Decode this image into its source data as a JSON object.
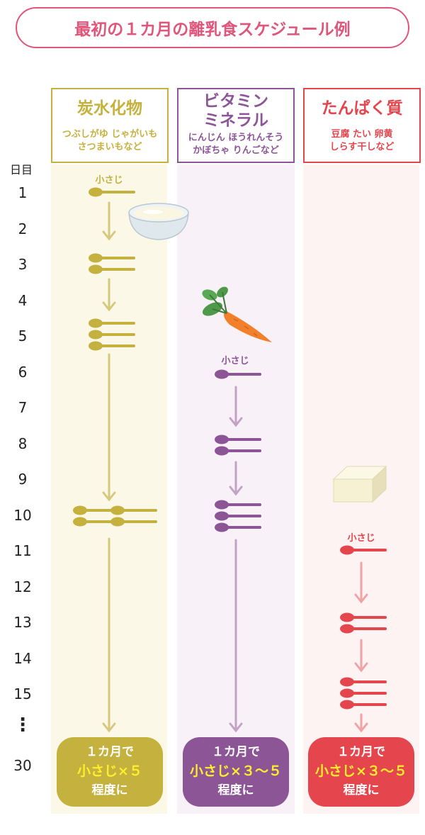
{
  "title": "最初の１カ月の離乳食スケジュール例",
  "day_header": "日目",
  "days": [
    "1",
    "2",
    "3",
    "4",
    "5",
    "6",
    "7",
    "8",
    "9",
    "10",
    "11",
    "12",
    "13",
    "14",
    "15",
    "30"
  ],
  "ellipsis": "⋮",
  "spoon_label": "小さじ",
  "columns": [
    {
      "title_lines": [
        "炭水化物"
      ],
      "sub_lines": [
        "つぶしがゆ じゃがいも",
        "さつまいもなど"
      ],
      "color": "#c4b13e",
      "bg": "#fbf8e8",
      "arrow": "#d6c97e",
      "summary": [
        "１カ月で",
        "小さじ×５",
        "程度に"
      ]
    },
    {
      "title_lines": [
        "ビタミン",
        "ミネラル"
      ],
      "sub_lines": [
        "にんじん ほうれんそう",
        "かぼちゃ りんごなど"
      ],
      "color": "#8c5596",
      "bg": "#f8f2f8",
      "arrow": "#c3a2c6",
      "summary": [
        "１カ月で",
        "小さじ×３〜５",
        "程度に"
      ]
    },
    {
      "title_lines": [
        "たんぱく質"
      ],
      "sub_lines": [
        "豆腐 たい 卵黄",
        "しらす干しなど"
      ],
      "color": "#e5454d",
      "bg": "#fdf3f2",
      "arrow": "#f0a3a6",
      "summary": [
        "１カ月で",
        "小さじ×３〜５",
        "程度に"
      ]
    }
  ],
  "icons": [
    "rice-bowl-icon",
    "carrot-icon",
    "tofu-icon",
    "spoon-icon",
    "down-arrow-icon"
  ]
}
